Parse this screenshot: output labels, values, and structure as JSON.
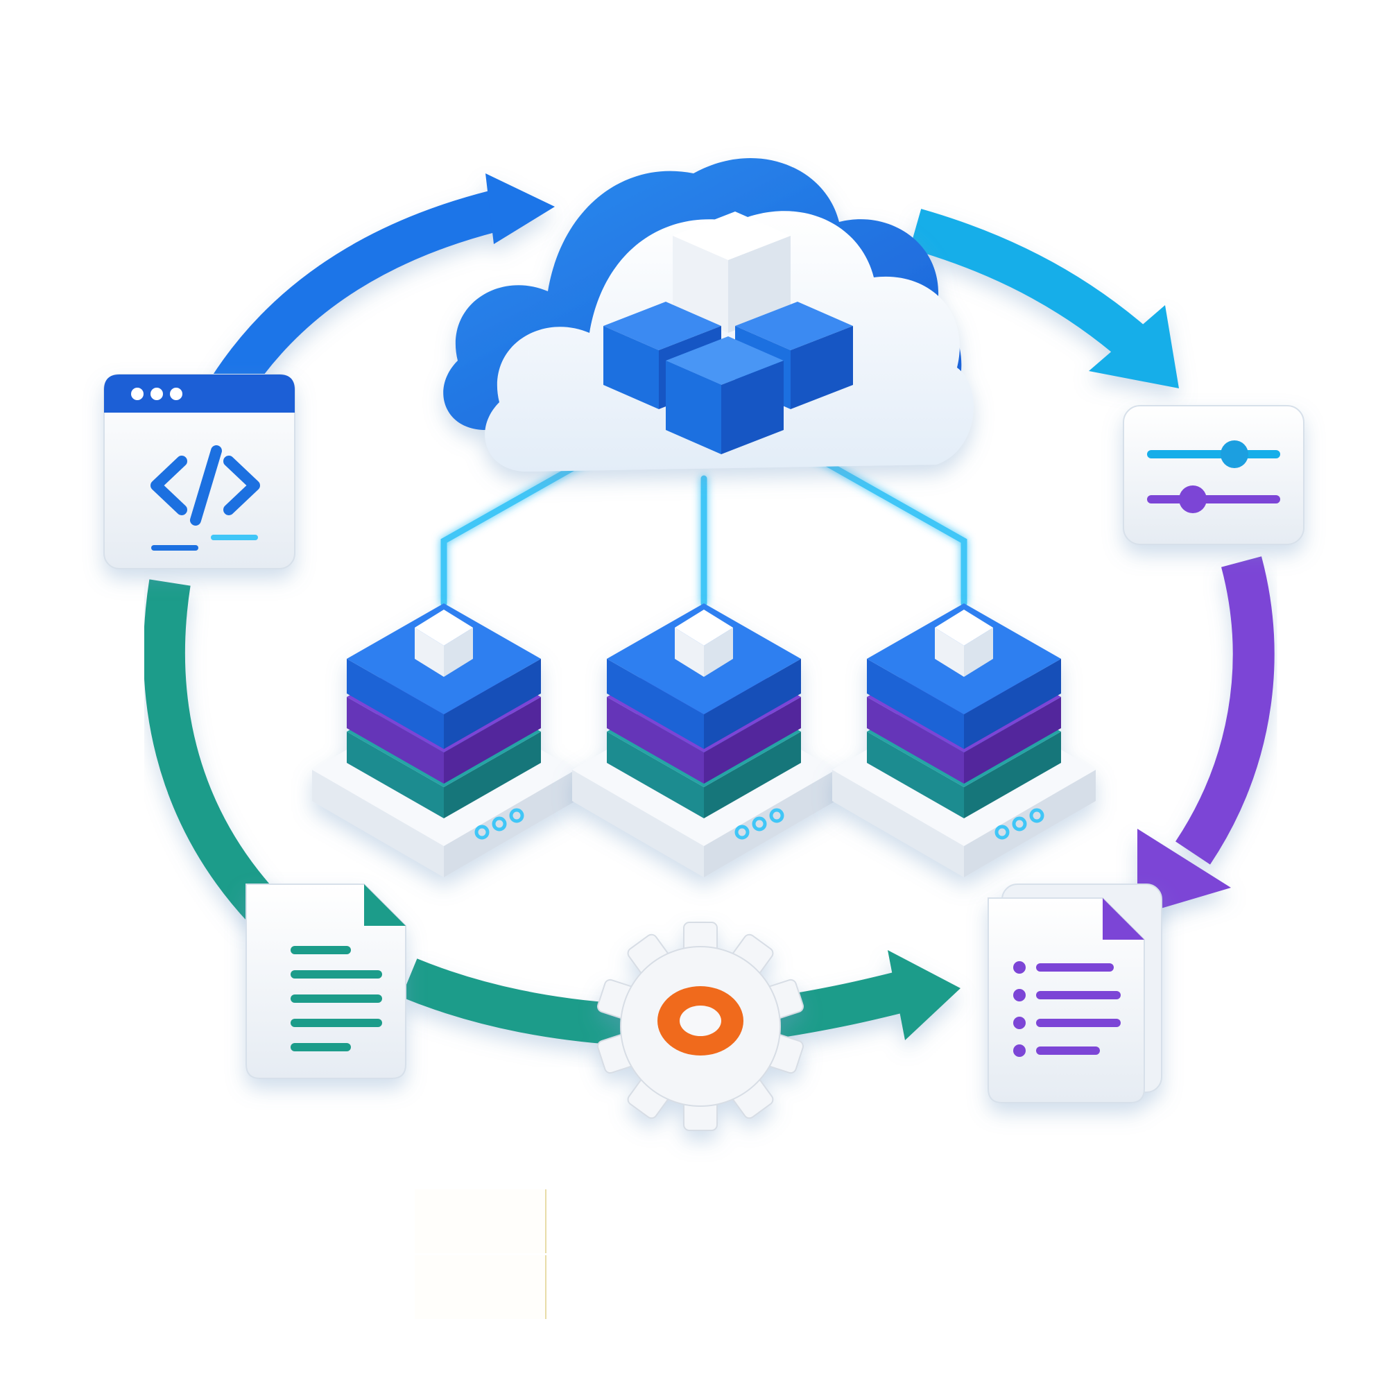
{
  "diagram": {
    "nodes": [
      {
        "id": "cloud",
        "icon": "cloud-containers-icon"
      },
      {
        "id": "code-window",
        "icon": "code-window-icon"
      },
      {
        "id": "config",
        "icon": "sliders-icon"
      },
      {
        "id": "server-1",
        "icon": "server-stack-icon"
      },
      {
        "id": "server-2",
        "icon": "server-stack-icon"
      },
      {
        "id": "server-3",
        "icon": "server-stack-icon"
      },
      {
        "id": "report",
        "icon": "checklist-document-icon"
      },
      {
        "id": "gear",
        "icon": "gear-icon"
      },
      {
        "id": "doc",
        "icon": "text-document-icon"
      }
    ],
    "edges": [
      {
        "from": "code-window",
        "to": "cloud",
        "color": "#1e74e8"
      },
      {
        "from": "cloud",
        "to": "config",
        "color": "#19aee9"
      },
      {
        "from": "config",
        "to": "report",
        "color": "#7b45d6"
      },
      {
        "from": "doc",
        "to": "code-window",
        "color": "#1e9c8a"
      },
      {
        "from": "doc",
        "to": "report",
        "color": "#1e9c8a"
      },
      {
        "from": "cloud",
        "to": "server-1",
        "color": "#3fc6f7"
      },
      {
        "from": "cloud",
        "to": "server-2",
        "color": "#3fc6f7"
      },
      {
        "from": "cloud",
        "to": "server-3",
        "color": "#3fc6f7"
      }
    ]
  },
  "colors": {
    "blue": "#1e74e8",
    "sky": "#19aee9",
    "purple": "#7b45d6",
    "teal": "#1e9c8a",
    "orange": "#f06a1c",
    "glow": "#3fc6f7",
    "white": "#ffffff"
  }
}
